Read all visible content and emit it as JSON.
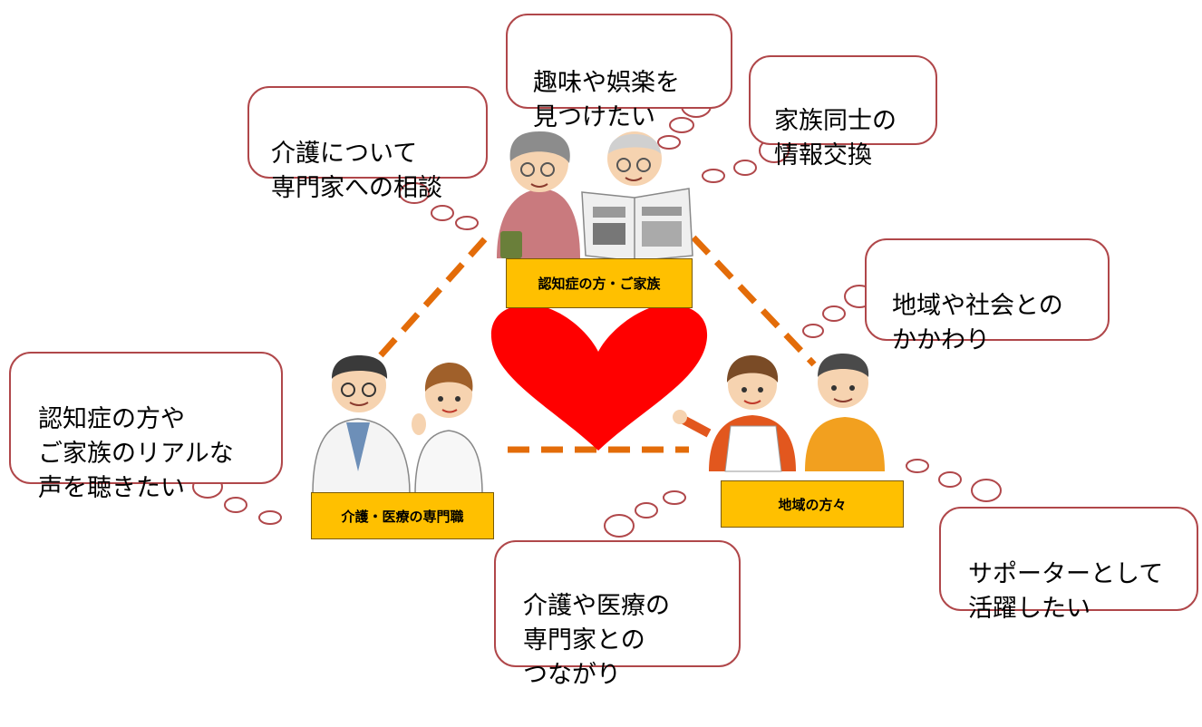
{
  "colors": {
    "bubble_border": "#b0474a",
    "label_fill": "#ffc000",
    "dashed_line": "#e36c09",
    "heart": "#ff0000"
  },
  "groups": {
    "family": "認知症の方・ご家族",
    "professionals": "介護・医療の専門職",
    "community": "地域の方々"
  },
  "bubbles": {
    "consult": "介護について\n専門家への相談",
    "hobby": "趣味や娯楽を\n見つけたい",
    "exchange": "家族同士の\n情報交換",
    "society": "地域や社会との\nかかわり",
    "voices": "認知症の方や\nご家族のリアルな\n声を聴きたい",
    "connection": "介護や医療の\n専門家との\nつながり",
    "supporter": "サポーターとして\n活躍したい"
  },
  "icons": {
    "center": "heart-icon",
    "family": "elderly-couple-icon",
    "professionals": "doctor-nurse-icon",
    "community": "community-residents-icon"
  }
}
